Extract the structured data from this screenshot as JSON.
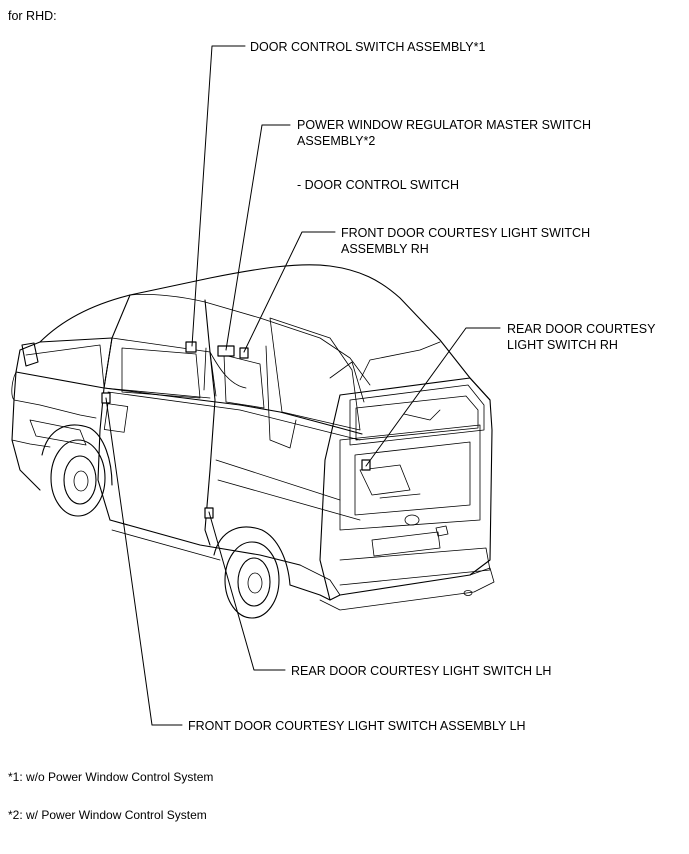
{
  "header": {
    "text": "for RHD:"
  },
  "callouts": {
    "door_control_switch_assembly": "DOOR CONTROL SWITCH ASSEMBLY*1",
    "pw_master_switch_line1": "POWER WINDOW REGULATOR MASTER SWITCH",
    "pw_master_switch_line2": "ASSEMBLY*2",
    "door_control_switch": "- DOOR CONTROL SWITCH",
    "front_rh_line1": "FRONT DOOR COURTESY LIGHT SWITCH",
    "front_rh_line2": "ASSEMBLY RH",
    "rear_rh_line1": "REAR DOOR COURTESY",
    "rear_rh_line2": "LIGHT SWITCH RH",
    "rear_lh": "REAR DOOR COURTESY LIGHT SWITCH LH",
    "front_lh": "FRONT DOOR COURTESY LIGHT SWITCH ASSEMBLY LH"
  },
  "footnotes": {
    "note1": "*1: w/o Power Window Control System",
    "note2": "*2: w/ Power Window Control System"
  }
}
